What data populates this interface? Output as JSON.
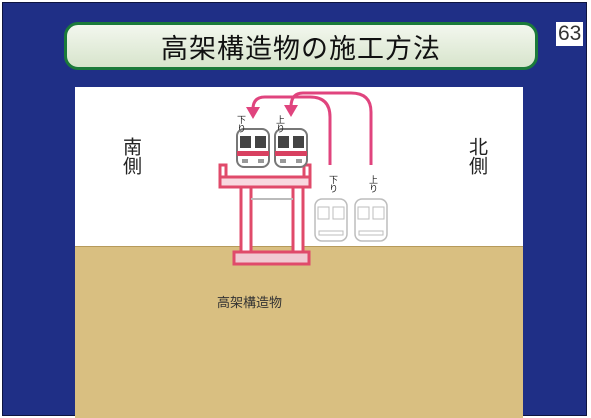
{
  "slide": {
    "title": "高架構造物の施工方法",
    "page_number": "63"
  },
  "diagram": {
    "south_label": "南側",
    "north_label": "北側",
    "structure_label": "高架構造物",
    "tag_down_new": "下り",
    "tag_up_new": "上り",
    "tag_down_old": "下り",
    "tag_up_old": "上り",
    "colors": {
      "frame": "#1f2f86",
      "title_border": "#1b7a3a",
      "ground": "#d9bf81",
      "arrow": "#e0447e",
      "structure": "#e04a6a"
    }
  }
}
